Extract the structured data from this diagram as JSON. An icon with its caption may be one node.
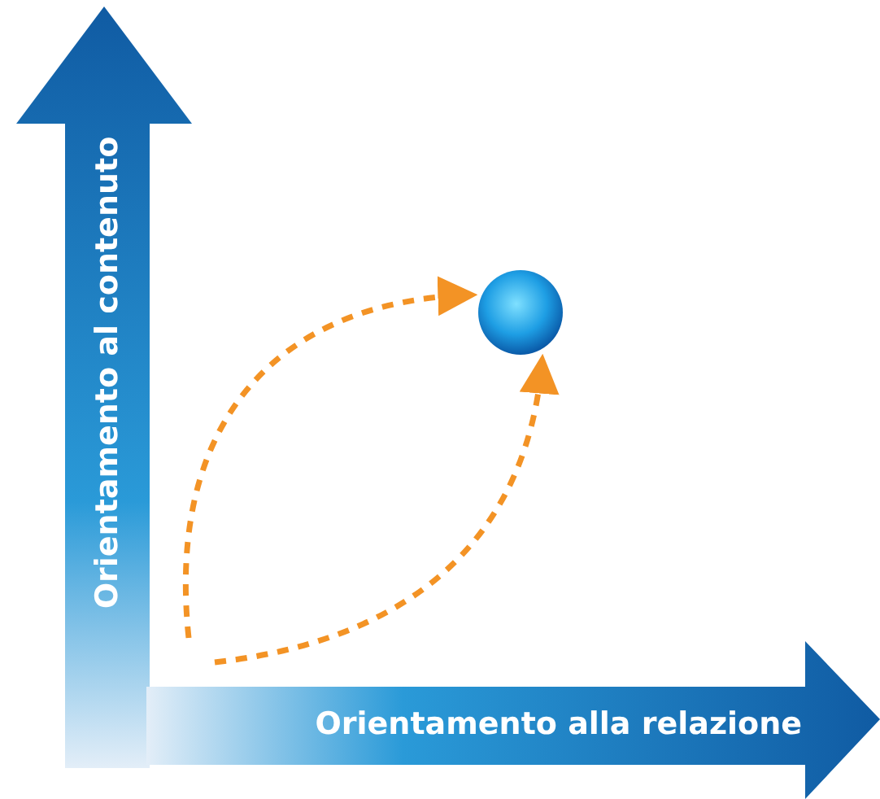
{
  "diagram": {
    "nodes": [
      {
        "text": [
          "Orientamento al contenuto"
        ]
      },
      {
        "text": [
          "Orientamento alla relazione"
        ]
      },
      {
        "text": [],
        "shape": "circle"
      }
    ],
    "edges": [
      {
        "from": null,
        "to": 2,
        "arrow": "to",
        "style": "dashed",
        "color": "#f39325"
      },
      {
        "from": null,
        "to": 2,
        "arrow": "to",
        "style": "dashed",
        "color": "#f39325"
      }
    ]
  }
}
